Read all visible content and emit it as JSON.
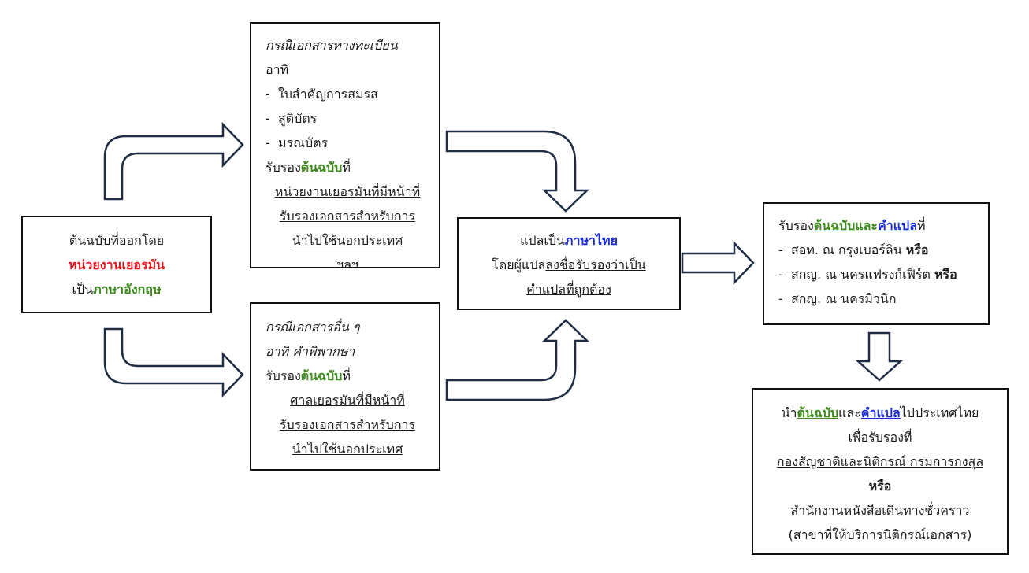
{
  "source_box": {
    "line1": "ต้นฉบับที่ออกโดย",
    "agency": "หน่วยงานเยอรมัน",
    "lang_prefix": "เป็น",
    "lang": "ภาษาอังกฤษ"
  },
  "civil_box": {
    "title": "กรณีเอกสารทางทะเบียน",
    "eg": "อาทิ",
    "items": [
      "ใบสำคัญการสมรส",
      "สูติบัตร",
      "มรณบัตร"
    ],
    "certify_prefix": "รับรอง",
    "certify_original": "ต้นฉบับ",
    "certify_suffix": "ที่",
    "authority_lines": [
      "หน่วยงานเยอรมันที่มีหน้าที่",
      "รับรองเอกสารสำหรับการ",
      "นำไปใช้นอกประเทศ"
    ],
    "overflow_line": "ฯลฯ"
  },
  "other_box": {
    "title": "กรณีเอกสารอื่น ๆ",
    "eg": "อาทิ คำพิพากษา",
    "certify_prefix": "รับรอง",
    "certify_original": "ต้นฉบับ",
    "certify_suffix": "ที่",
    "authority_lines": [
      "ศาลเยอรมันที่มีหน้าที่",
      "รับรองเอกสารสำหรับการ",
      "นำไปใช้นอกประเทศ"
    ]
  },
  "translate_box": {
    "prefix": "แปลเป็น",
    "lang": "ภาษาไทย",
    "by": "โดยผู้แปล",
    "sign_phrase": "ลงชื่อรับรองว่าเป็น",
    "correct_translation": "คำแปลที่ถูกต้อง"
  },
  "embassy_box": {
    "prefix": "รับรอง",
    "original": "ต้นฉบับ",
    "and": "และ",
    "translation": "คำแปล",
    "suffix": "ที่",
    "items": [
      {
        "text": "สอท. ณ กรุงเบอร์ลิน",
        "conj": "หรือ"
      },
      {
        "text": "สกญ. ณ นครแฟรงก์เฟิร์ต",
        "conj": "หรือ"
      },
      {
        "text": "สกญ. ณ นครมิวนิก",
        "conj": ""
      }
    ]
  },
  "final_box": {
    "prefix": "นำ",
    "original": "ต้นฉบับ",
    "and": "และ",
    "translation": "คำแปล",
    "suffix": "ไปประเทศไทย",
    "line2": "เพื่อรับรองที่",
    "office1": "กองสัญชาติและนิติกรณ์ กรมการกงสุล",
    "or": "หรือ",
    "office2": "สำนักงานหนังสือเดินทางชั่วคราว",
    "office2_note": "(สาขาที่ให้บริการนิติกรณ์เอกสาร)"
  },
  "colors": {
    "border": "#111111",
    "arrow_stroke": "#1f2e45",
    "red": "#e8141c",
    "green": "#3c8a1c",
    "blue": "#1a2bd8"
  }
}
